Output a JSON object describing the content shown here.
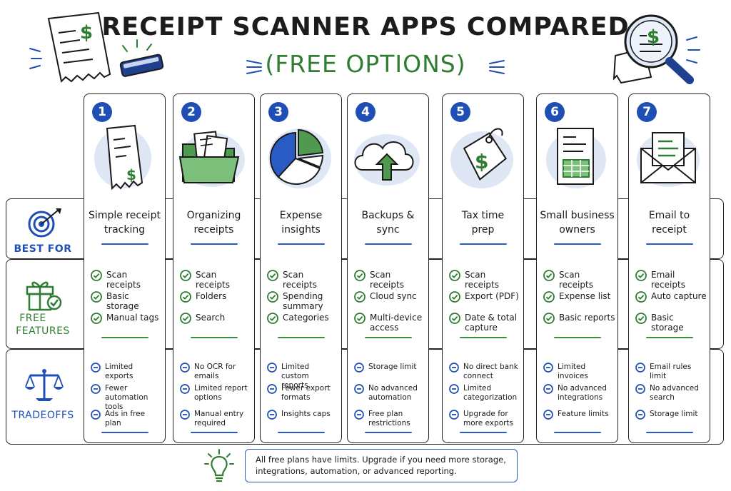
{
  "header": {
    "title": "RECEIPT SCANNER APPS COMPARED",
    "subtitle": "(FREE OPTIONS)"
  },
  "colors": {
    "blue": "#1f4fb4",
    "green": "#2e7d32",
    "ink": "#1a1a1a"
  },
  "rows": {
    "best_for": {
      "label": "BEST FOR",
      "icon": "target-icon"
    },
    "free_features": {
      "label_line1": "FREE",
      "label_line2": "FEATURES",
      "icon": "gift-icon"
    },
    "tradeoffs": {
      "label": "TRADEOFFS",
      "icon": "scale-icon"
    }
  },
  "apps": [
    {
      "number": "1",
      "icon": "receipt-icon",
      "best_for": [
        "Simple receipt",
        "tracking"
      ],
      "features": [
        "Scan receipts",
        "Basic storage",
        "Manual tags"
      ],
      "tradeoffs": [
        [
          "Limited exports"
        ],
        [
          "Fewer automation",
          "tools"
        ],
        [
          "Ads in free plan"
        ]
      ]
    },
    {
      "number": "2",
      "icon": "folder-icon",
      "best_for": [
        "Organizing",
        "receipts"
      ],
      "features": [
        "Scan receipts",
        "Folders",
        "Search"
      ],
      "tradeoffs": [
        [
          "No OCR for",
          "emails"
        ],
        [
          "Limited report",
          "options"
        ],
        [
          "Manual entry",
          "required"
        ]
      ]
    },
    {
      "number": "3",
      "icon": "pie-chart-icon",
      "best_for": [
        "Expense",
        "insights"
      ],
      "features": [
        "Scan receipts",
        "Spending summary",
        "Categories"
      ],
      "tradeoffs": [
        [
          "Limited custom",
          "reports"
        ],
        [
          "Fewer export",
          "formats"
        ],
        [
          "Insights caps"
        ]
      ]
    },
    {
      "number": "4",
      "icon": "cloud-upload-icon",
      "best_for": [
        "Backups &",
        "sync"
      ],
      "features": [
        "Scan receipts",
        "Cloud sync",
        "Multi-device access"
      ],
      "tradeoffs": [
        [
          "Storage limit"
        ],
        [
          "No advanced",
          "automation"
        ],
        [
          "Free plan",
          "restrictions"
        ]
      ]
    },
    {
      "number": "5",
      "icon": "price-tag-icon",
      "best_for": [
        "Tax time",
        "prep"
      ],
      "features": [
        "Scan receipts",
        "Export (PDF)",
        "Date & total capture"
      ],
      "tradeoffs": [
        [
          "No direct bank",
          "connect"
        ],
        [
          "Limited categorization"
        ],
        [
          "Upgrade for",
          "more exports"
        ]
      ]
    },
    {
      "number": "6",
      "icon": "spreadsheet-icon",
      "best_for": [
        "Small business",
        "owners"
      ],
      "features": [
        "Scan receipts",
        "Expense list",
        "Basic reports"
      ],
      "tradeoffs": [
        [
          "Limited invoices"
        ],
        [
          "No advanced",
          "integrations"
        ],
        [
          "Feature limits"
        ]
      ]
    },
    {
      "number": "7",
      "icon": "envelope-icon",
      "best_for": [
        "Email to",
        "receipt"
      ],
      "features": [
        "Email receipts",
        "Auto capture",
        "Basic storage"
      ],
      "tradeoffs": [
        [
          "Email rules limit"
        ],
        [
          "No advanced",
          "search"
        ],
        [
          "Storage limit"
        ]
      ]
    }
  ],
  "footer": {
    "note_line1": "All free plans have limits. Upgrade if you need more storage,",
    "note_line2": "integrations, automation, or advanced reporting.",
    "icon": "lightbulb-icon"
  }
}
